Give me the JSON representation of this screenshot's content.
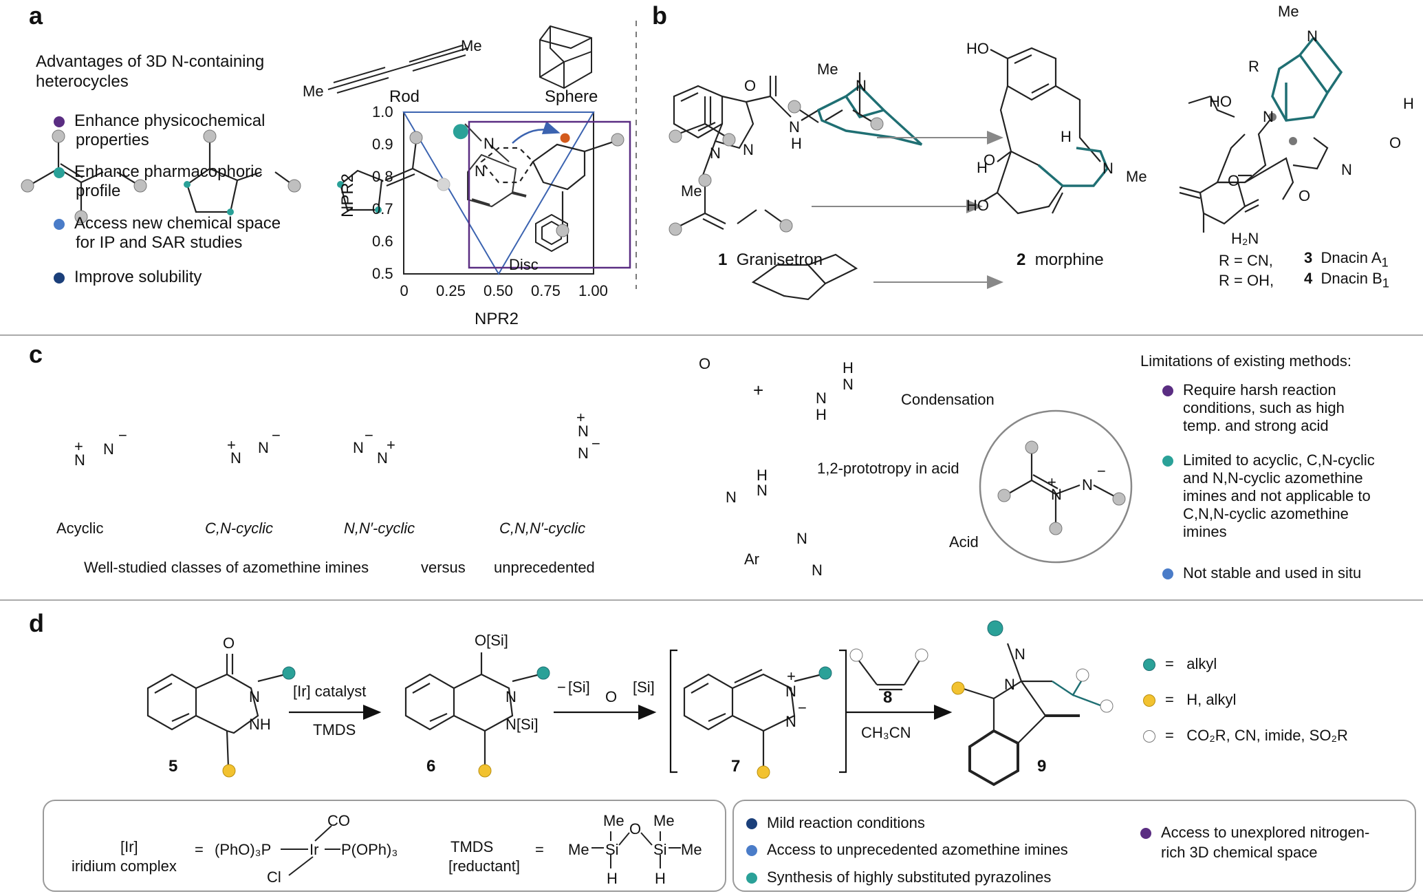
{
  "colors": {
    "teal": "#1f6f73",
    "purple": "#5a2d82",
    "tealdot": "#2aa198",
    "blue": "#4a7cc8",
    "navy": "#1b3f7a",
    "orange": "#d35a1c",
    "yellow": "#f2c230",
    "grey": "#bfbfbf",
    "line": "#1f1f1f",
    "frame": "#9a9a9a",
    "accentblue": "#3b63b0"
  },
  "panels": {
    "a": "a",
    "b": "b",
    "c": "c",
    "d": "d"
  },
  "panel_a": {
    "heading_line1": "Advantages of 3D N-containing",
    "heading_line2": "heterocycles",
    "advantages": [
      {
        "line1": "Enhance physicochemical",
        "line2": "properties",
        "color": "#5a2d82"
      },
      {
        "line1": "Enhance pharmacophoric",
        "line2": "profile",
        "color": "#2aa198"
      },
      {
        "line1": "Access new chemical space",
        "line2": "for IP and SAR studies",
        "color": "#4a7cc8"
      },
      {
        "line1": "Improve solubility",
        "line2": "",
        "color": "#1b3f7a"
      }
    ],
    "rod_label": "Rod",
    "sphere_label": "Sphere",
    "disc_label": "Disc",
    "me_top": "Me",
    "me_bottom": "Me",
    "atom_n": "N"
  },
  "chart_data": {
    "type": "scatter",
    "title": "",
    "xlabel": "NPR2",
    "ylabel": "NPR2",
    "xlim": [
      0,
      1.0
    ],
    "ylim": [
      0.5,
      1.0
    ],
    "x_ticks": [
      "0",
      "0.25",
      "0.50",
      "0.75",
      "1.00"
    ],
    "y_ticks": [
      "0.5",
      "0.6",
      "0.7",
      "0.8",
      "0.9",
      "1.0"
    ],
    "triangle": [
      [
        0,
        1.0
      ],
      [
        0.5,
        0.5
      ],
      [
        1.0,
        1.0
      ]
    ],
    "points": [
      {
        "x": 0.3,
        "y": 0.94
      },
      {
        "x": 0.85,
        "y": 0.92
      }
    ]
  },
  "panel_b": {
    "c1_num": "1",
    "c1_name": "Granisetron",
    "c2_num": "2",
    "c2_name": "morphine",
    "c34_line1_r": "R = CN,",
    "c34_line1_num": "3",
    "c34_line1_name": "Dnacin A",
    "c34_line2_r": "R = OH,",
    "c34_line2_num": "4",
    "c34_line2_name": "Dnacin B",
    "sub1": "1",
    "labels": {
      "o": "O",
      "n": "N",
      "h": "H",
      "me": "Me",
      "ho": "HO",
      "r": "R",
      "h2n": "H₂N",
      "nh": "N"
    }
  },
  "panel_c": {
    "classes": [
      "Acyclic",
      "C,N-cyclic",
      "N,N′-cyclic",
      "C,N,N′-cyclic"
    ],
    "caption_left": "Well-studied classes of azomethine imines",
    "caption_versus": "versus",
    "caption_right": "unprecedented",
    "condensation": "Condensation",
    "prototropy": "1,2-prototropy in acid",
    "acid": "Acid",
    "ar": "Ar",
    "limitations_title": "Limitations of existing methods:",
    "limitations": [
      {
        "lines": [
          "Require harsh reaction",
          "conditions, such as high",
          "temp. and strong acid"
        ],
        "color": "#5a2d82"
      },
      {
        "lines": [
          "Limited to acyclic, C,N-cyclic",
          "and N,N-cyclic azomethine",
          "imines and not applicable to",
          "C,N,N-cyclic azomethine",
          "imines"
        ],
        "color": "#2aa198"
      },
      {
        "lines": [
          "Not stable and used in situ"
        ],
        "color": "#4a7cc8"
      }
    ]
  },
  "panel_d": {
    "catalyst": "[Ir] catalyst",
    "tmds": "TMDS",
    "byproduct_si1": "[Si]",
    "byproduct_o": "O",
    "byproduct_si2": "[Si]",
    "osi": "O[Si]",
    "nsi": "N[Si]",
    "nh": "NH",
    "o": "O",
    "alkene_num": "8",
    "solvent": "CH₃CN",
    "compounds": [
      "5",
      "6",
      "7",
      "9"
    ],
    "legend": [
      {
        "eq": "=",
        "text": "alkyl",
        "color": "#2aa198"
      },
      {
        "eq": "=",
        "text": "H, alkyl",
        "color": "#f2c230"
      },
      {
        "eq": "=",
        "text": "CO₂R, CN, imide, SO₂R",
        "color": "#ffffff"
      }
    ],
    "ir_line1": "[Ir]",
    "ir_line2": "iridium complex",
    "eq": "=",
    "ir_formula_left": "(PhO)₃P",
    "ir_formula_ir": "Ir",
    "ir_formula_right": "P(OPh)₃",
    "ir_co": "CO",
    "ir_cl": "Cl",
    "tmds_line1": "TMDS",
    "tmds_line2": "[reductant]",
    "tmds_me": "Me",
    "tmds_si": "Si",
    "tmds_o": "O",
    "tmds_h": "H",
    "features": [
      {
        "text": "Mild reaction conditions",
        "color": "#1b3f7a"
      },
      {
        "text": "Access to unprecedented azomethine imines",
        "color": "#4a7cc8"
      },
      {
        "text": "Synthesis of highly substituted pyrazolines",
        "color": "#2aa198"
      }
    ],
    "feature_right_line1": "Access to unexplored nitrogen-",
    "feature_right_line2": "rich 3D chemical space",
    "feature_right_color": "#5a2d82"
  }
}
